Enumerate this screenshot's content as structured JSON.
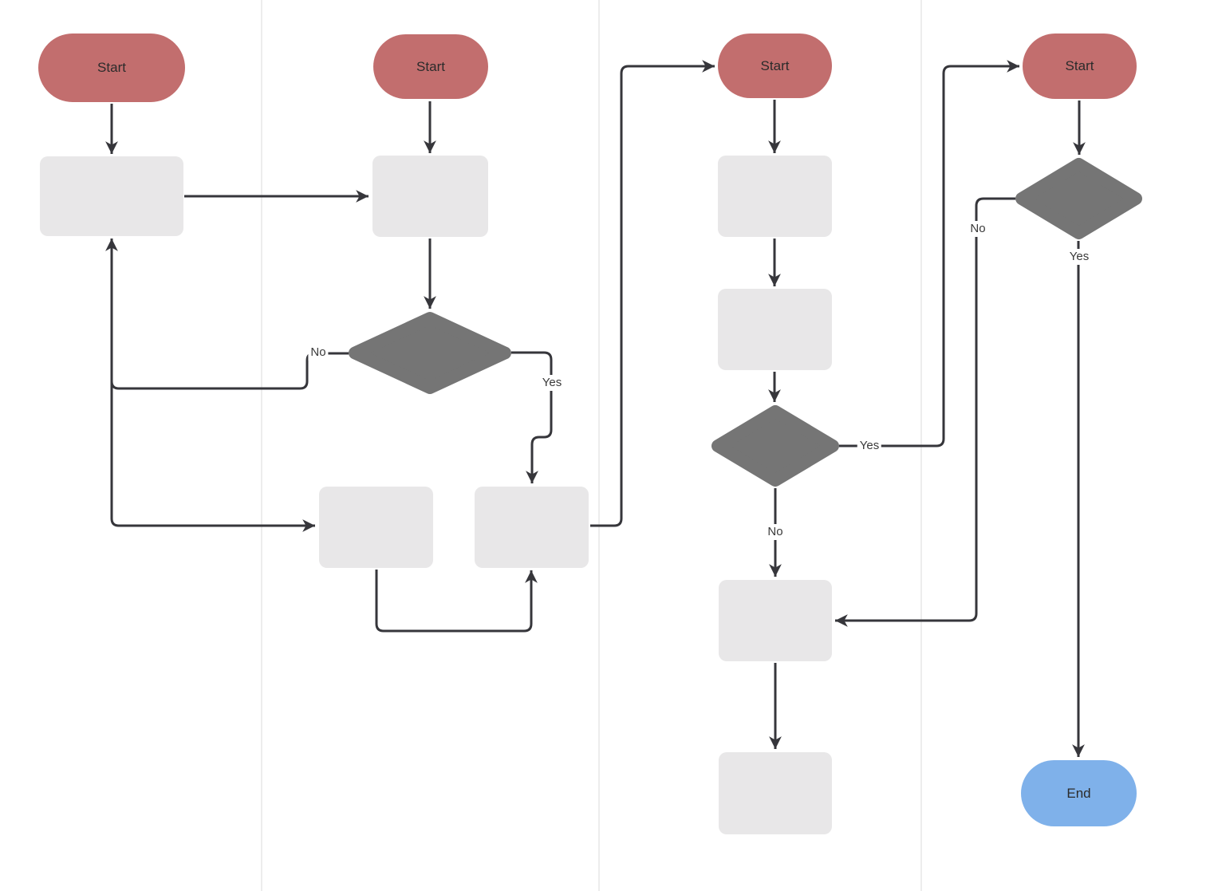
{
  "colors": {
    "canvas_bg": "#ffffff",
    "lane_divider_color": "#ededed",
    "connector_color": "#36363b",
    "start_fill": "#c26e6e",
    "end_fill": "#7fb1ea",
    "process_fill": "#e8e7e8",
    "decision_fill": "#757575",
    "node_text_color": "#2b2b2b",
    "edge_label_color": "#3a3a3a"
  },
  "nodes": {
    "start_1": {
      "label": "Start"
    },
    "start_2": {
      "label": "Start"
    },
    "start_3": {
      "label": "Start"
    },
    "start_4": {
      "label": "Start"
    },
    "end": {
      "label": "End"
    }
  },
  "edge_labels": {
    "decision2_no": "No",
    "decision2_yes": "Yes",
    "decision3_yes": "Yes",
    "decision3_no": "No",
    "decision4_no": "No",
    "decision4_yes": "Yes"
  }
}
